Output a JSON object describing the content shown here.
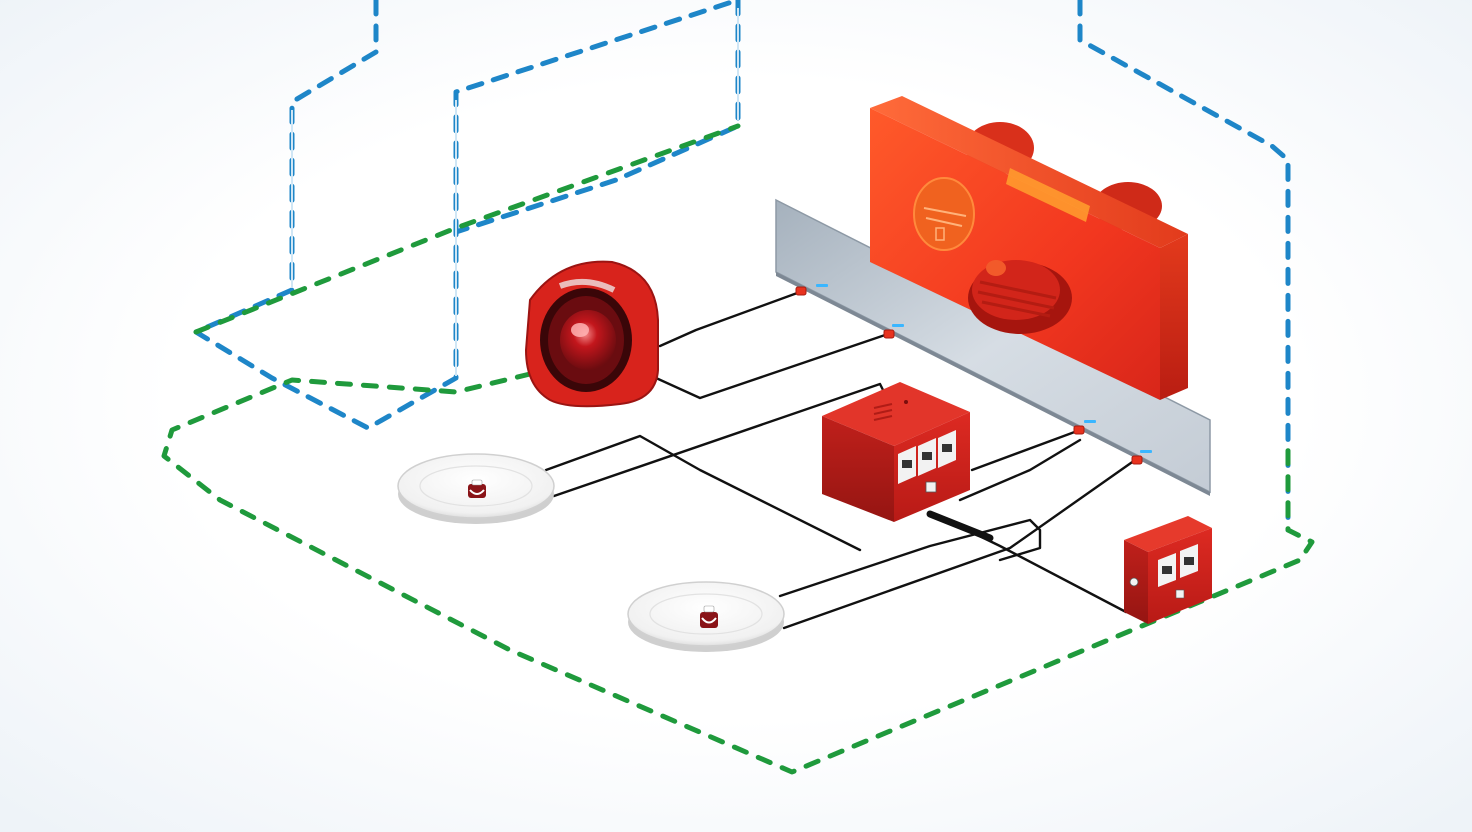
{
  "colors": {
    "background_center": "#ffffff",
    "background_edge": "#eef3f8",
    "zone_outline": "#1f9a3c",
    "network_line": "#1e86c8",
    "wiring": "#111111",
    "device_red": "#d8231c",
    "panel_red": "#f2371f",
    "terminal_red": "#e8321e",
    "rail_grey": "#b9c3cd",
    "led_blue": "#3ab6ff",
    "detector_white": "#f4f4f4"
  },
  "devices": [
    {
      "id": "alarm-sounder",
      "kind": "sounder-beacon",
      "icon": "sounder-icon"
    },
    {
      "id": "smoke-detector-1",
      "kind": "smoke-detector",
      "icon": "smoke-detector-icon"
    },
    {
      "id": "smoke-detector-2",
      "kind": "smoke-detector",
      "icon": "smoke-detector-icon"
    },
    {
      "id": "control-module",
      "kind": "interface-module",
      "icon": "module-icon"
    },
    {
      "id": "call-point",
      "kind": "manual-call-point",
      "icon": "call-point-icon"
    },
    {
      "id": "control-panel",
      "kind": "fire-alarm-panel",
      "icon": "panel-icon"
    },
    {
      "id": "mounting-rail",
      "kind": "din-rail",
      "icon": "rail-icon"
    }
  ]
}
